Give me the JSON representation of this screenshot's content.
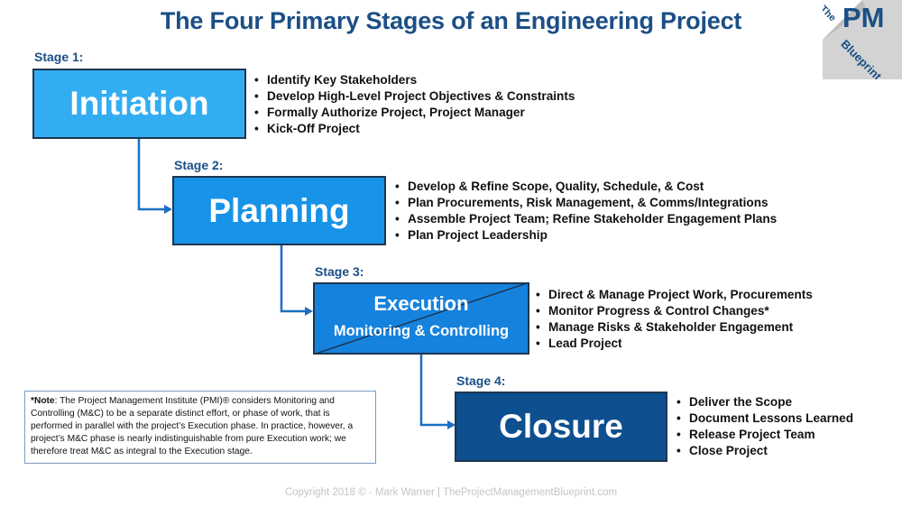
{
  "title": "The Four Primary Stages of an Engineering Project",
  "logo": {
    "the": "The",
    "pm": "PM",
    "blueprint": "Blueprint"
  },
  "stages": [
    {
      "label": "Stage 1:",
      "name": "Initiation",
      "color": "#33adf2",
      "bullets": [
        "Identify Key Stakeholders",
        "Develop High-Level Project Objectives & Constraints",
        "Formally Authorize Project, Project Manager",
        "Kick-Off Project"
      ]
    },
    {
      "label": "Stage 2:",
      "name": "Planning",
      "color": "#1793e8",
      "bullets": [
        "Develop & Refine Scope, Quality, Schedule, & Cost",
        "Plan Procurements, Risk Management, & Comms/Integrations",
        "Assemble Project Team; Refine Stakeholder Engagement Plans",
        "Plan Project Leadership"
      ]
    },
    {
      "label": "Stage 3:",
      "name": "Execution",
      "subname": "Monitoring & Controlling",
      "color": "#1582de",
      "bullets": [
        "Direct & Manage Project Work, Procurements",
        "Monitor Progress & Control Changes*",
        "Manage Risks & Stakeholder Engagement",
        "Lead Project"
      ]
    },
    {
      "label": "Stage 4:",
      "name": "Closure",
      "color": "#0d4f8f",
      "bullets": [
        "Deliver the Scope",
        "Document Lessons Learned",
        "Release Project Team",
        "Close Project"
      ]
    }
  ],
  "note": {
    "lead": "*Note",
    "text": ": The Project Management Institute (PMI)® considers Monitoring and Controlling (M&C) to be a separate distinct effort, or phase of work, that is performed in parallel with the project’s Execution phase. In practice, however, a project’s M&C phase is nearly indistinguishable from pure Execution work; we therefore treat M&C as integral to the Execution stage."
  },
  "copyright": "Copyright 2018 © - Mark Warner | TheProjectManagementBlueprint.com",
  "colors": {
    "title": "#1b4f86",
    "connector": "#1a6fc4",
    "logo_bg": "#d3d3d3"
  }
}
